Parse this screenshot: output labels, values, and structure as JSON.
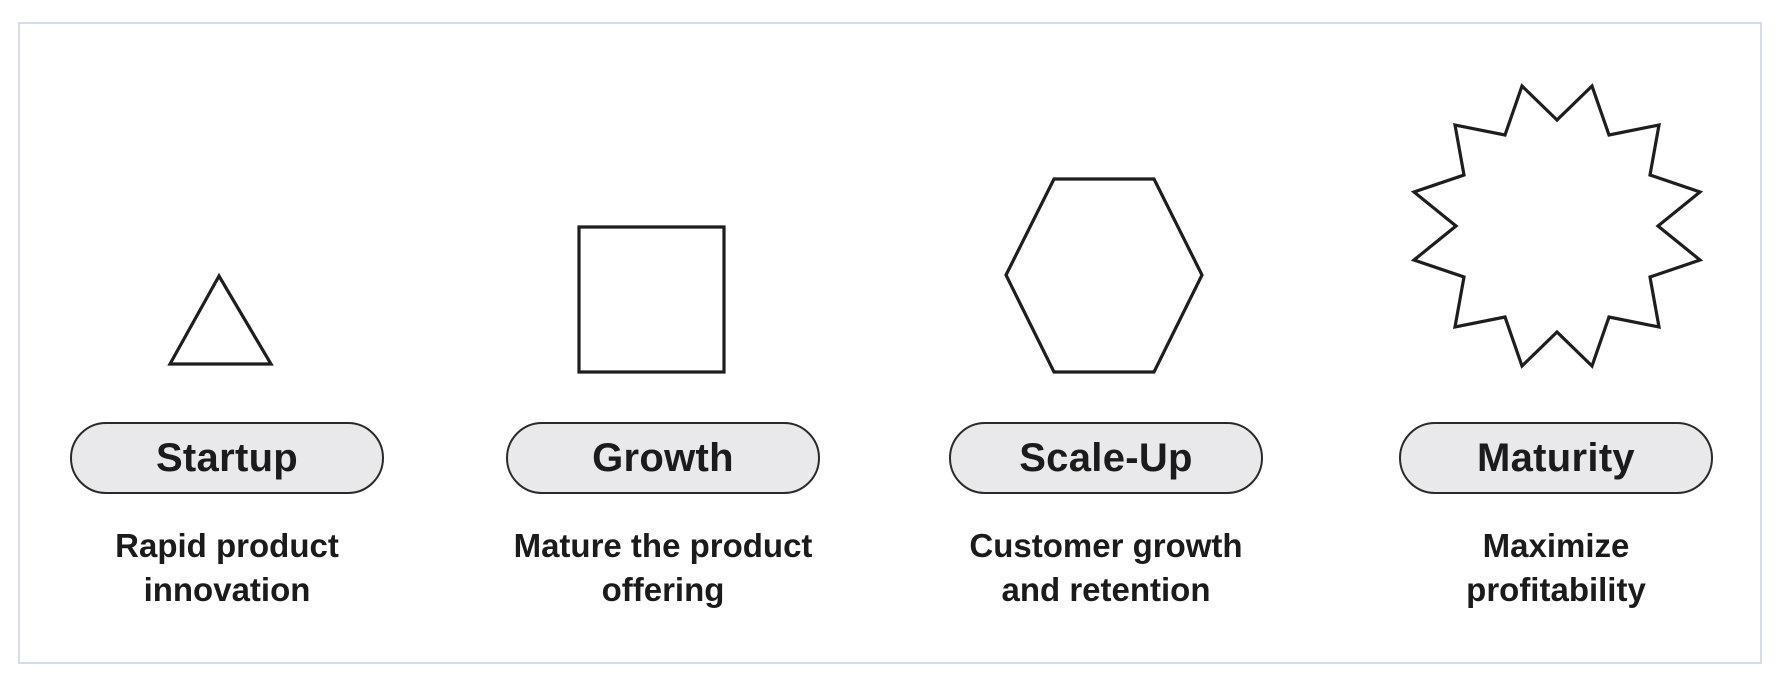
{
  "stages": [
    {
      "label": "Startup",
      "description_lines": [
        "Rapid product",
        "innovation"
      ],
      "icon": "triangle-icon"
    },
    {
      "label": "Growth",
      "description_lines": [
        "Mature the product",
        "offering"
      ],
      "icon": "square-icon"
    },
    {
      "label": "Scale-Up",
      "description_lines": [
        "Customer growth",
        "and retention"
      ],
      "icon": "hexagon-icon"
    },
    {
      "label": "Maturity",
      "description_lines": [
        "Maximize",
        "profitability"
      ],
      "icon": "twelve-point-star-icon"
    }
  ],
  "colors": {
    "frame_border": "#d5dde8",
    "pill_fill": "#e9e9ec",
    "stroke": "#1e1e1e",
    "text": "#1b1b1b"
  }
}
